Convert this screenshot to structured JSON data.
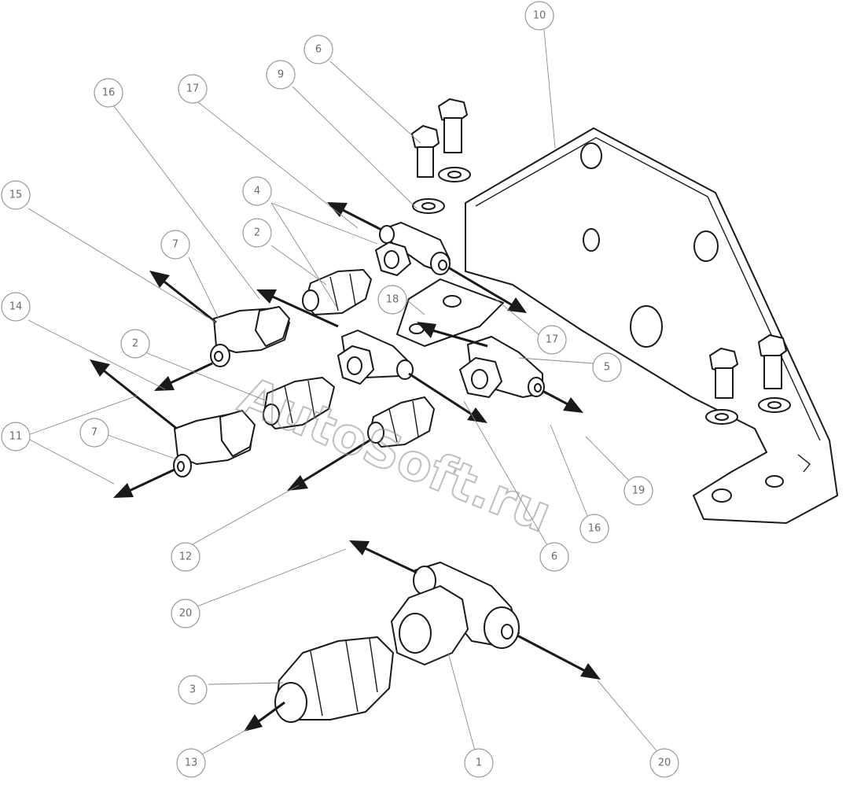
{
  "watermark": "AutoSoft.ru",
  "callouts": [
    {
      "id": "c-10a",
      "label": "10"
    },
    {
      "id": "c-6a",
      "label": "6"
    },
    {
      "id": "c-9a",
      "label": "9"
    },
    {
      "id": "c-16a",
      "label": "16"
    },
    {
      "id": "c-17a",
      "label": "17"
    },
    {
      "id": "c-15",
      "label": "15"
    },
    {
      "id": "c-4",
      "label": "4"
    },
    {
      "id": "c-2a",
      "label": "2"
    },
    {
      "id": "c-7a",
      "label": "7"
    },
    {
      "id": "c-14",
      "label": "14"
    },
    {
      "id": "c-18",
      "label": "18"
    },
    {
      "id": "c-17b",
      "label": "17"
    },
    {
      "id": "c-2b",
      "label": "2"
    },
    {
      "id": "c-5",
      "label": "5"
    },
    {
      "id": "c-11",
      "label": "11"
    },
    {
      "id": "c-7b",
      "label": "7"
    },
    {
      "id": "c-19",
      "label": "19"
    },
    {
      "id": "c-16b",
      "label": "16"
    },
    {
      "id": "c-12",
      "label": "12"
    },
    {
      "id": "c-6b",
      "label": "6"
    },
    {
      "id": "c-20a",
      "label": "20"
    },
    {
      "id": "c-3",
      "label": "3"
    },
    {
      "id": "c-13",
      "label": "13"
    },
    {
      "id": "c-1",
      "label": "1"
    },
    {
      "id": "c-20b",
      "label": "20"
    }
  ]
}
